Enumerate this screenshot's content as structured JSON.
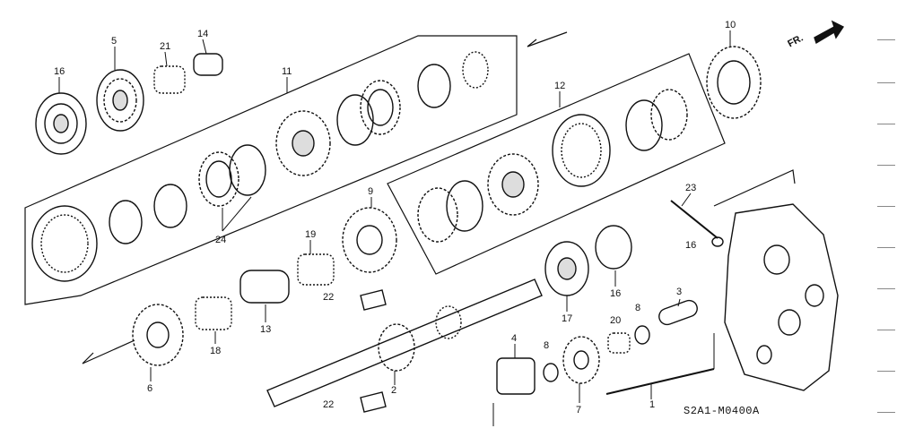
{
  "diagram_code": "S2A1-M0400A",
  "direction_label": "FR.",
  "callouts": [
    {
      "id": "c16a",
      "text": "16"
    },
    {
      "id": "c5",
      "text": "5"
    },
    {
      "id": "c21",
      "text": "21"
    },
    {
      "id": "c14",
      "text": "14"
    },
    {
      "id": "c11",
      "text": "11"
    },
    {
      "id": "c12",
      "text": "12"
    },
    {
      "id": "c10",
      "text": "10"
    },
    {
      "id": "c9",
      "text": "9"
    },
    {
      "id": "c19",
      "text": "19"
    },
    {
      "id": "c24",
      "text": "24"
    },
    {
      "id": "c23",
      "text": "23"
    },
    {
      "id": "c16b",
      "text": "16"
    },
    {
      "id": "c16c",
      "text": "16"
    },
    {
      "id": "c3",
      "text": "3"
    },
    {
      "id": "c22a",
      "text": "22"
    },
    {
      "id": "c13",
      "text": "13"
    },
    {
      "id": "c18",
      "text": "18"
    },
    {
      "id": "c17",
      "text": "17"
    },
    {
      "id": "c20",
      "text": "20"
    },
    {
      "id": "c8a",
      "text": "8"
    },
    {
      "id": "c8b",
      "text": "8"
    },
    {
      "id": "c4",
      "text": "4"
    },
    {
      "id": "c6",
      "text": "6"
    },
    {
      "id": "c2",
      "text": "2"
    },
    {
      "id": "c22b",
      "text": "22"
    },
    {
      "id": "c7",
      "text": "7"
    },
    {
      "id": "c1",
      "text": "1"
    }
  ]
}
